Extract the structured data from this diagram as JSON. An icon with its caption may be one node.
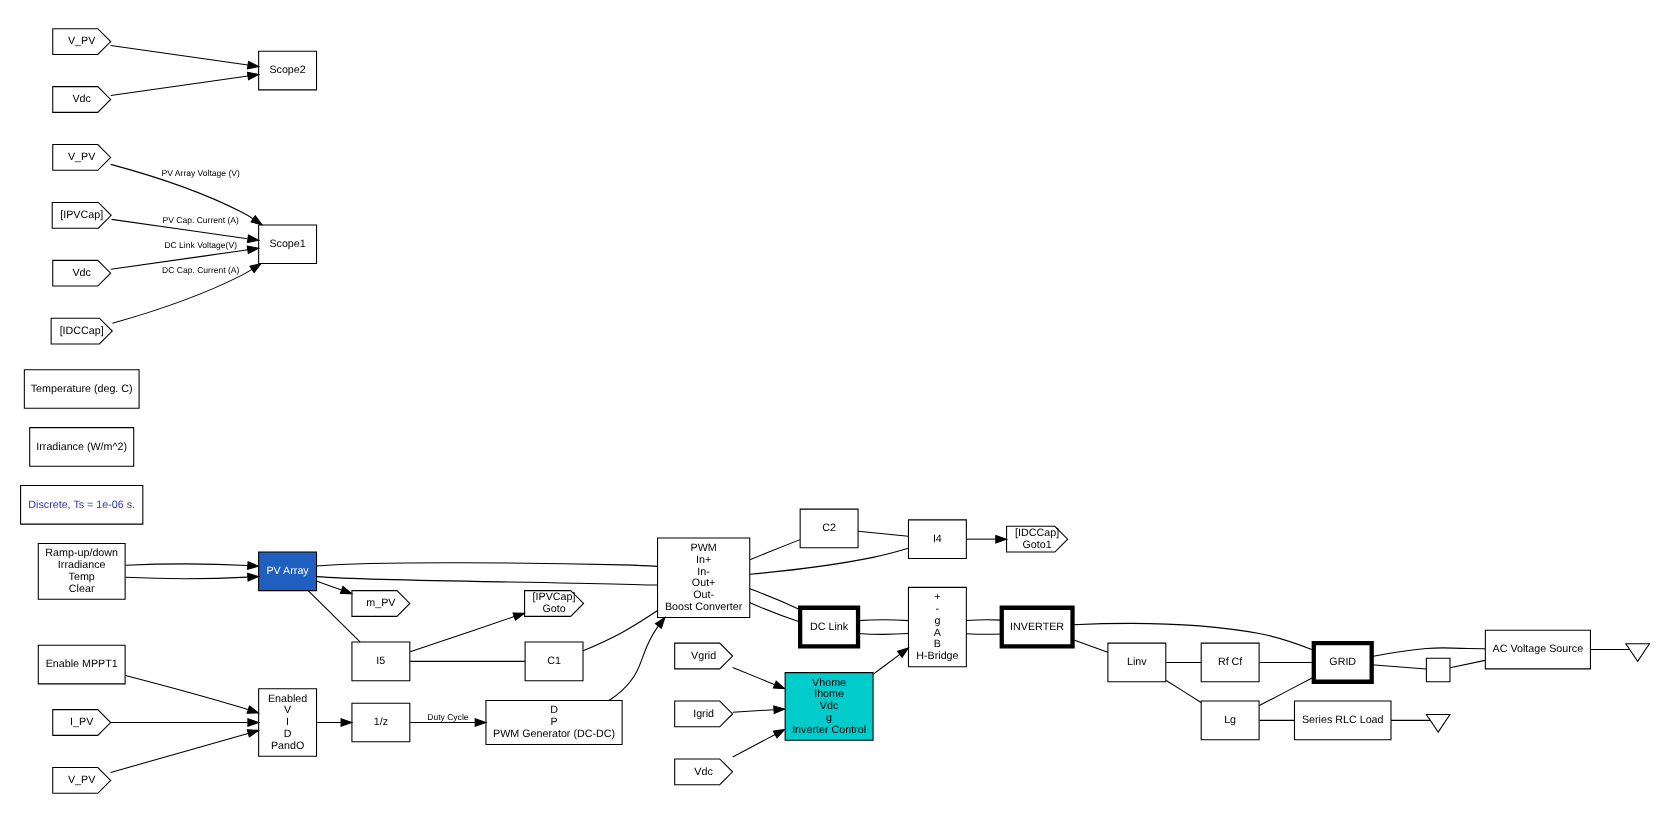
{
  "diagram": {
    "nodes": [
      {
        "text": [
          "Enable MPPT1"
        ]
      },
      {
        "text": [
          "V_PV"
        ]
      },
      {
        "text": [
          "I_PV"
        ]
      },
      {
        "text": [
          "Enabled",
          "V",
          "I",
          "D",
          "PandO"
        ]
      },
      {
        "text": [
          "1/z"
        ]
      },
      {
        "text": [
          "D",
          "P",
          "PWM Generator (DC-DC)"
        ]
      },
      {
        "text": [
          "Vgrid"
        ]
      },
      {
        "text": [
          "Igrid"
        ]
      },
      {
        "text": [
          "Vdc"
        ]
      },
      {
        "text": [
          "Vhome",
          "Ihome",
          "Vdc",
          "g",
          "Inverter Control"
        ]
      },
      {
        "text": [
          "Discrete, Ts = 1e-06 s."
        ]
      },
      {
        "text": [
          "Irradiance (W/m^2)"
        ]
      },
      {
        "text": [
          "Ramp-up/down",
          "Irradiance",
          "Temp",
          "Clear"
        ]
      },
      {
        "text": [
          "Temperature (deg. C)"
        ]
      },
      {
        "text": [
          "m_PV"
        ]
      },
      {
        "text": [
          "PV Array"
        ]
      },
      {
        "text": [
          "I5"
        ]
      },
      {
        "text": [
          "C1"
        ]
      },
      {
        "text": [
          "[IPVCap]",
          "Goto"
        ]
      },
      {
        "text": [
          "PWM",
          "In+",
          "In-",
          "Out+",
          "Out-",
          "Boost Converter"
        ]
      },
      {
        "text": [
          "C2"
        ]
      },
      {
        "text": [
          "I4"
        ]
      },
      {
        "text": [
          "[IDCCap]",
          "Goto1"
        ]
      },
      {
        "text": [
          "DC Link"
        ]
      },
      {
        "text": [
          "+",
          "-",
          "g",
          "A",
          "B",
          "H-Bridge"
        ]
      },
      {
        "text": [
          "INVERTER"
        ]
      },
      {
        "text": [
          "Linv"
        ]
      },
      {
        "text": [
          "Lg"
        ]
      },
      {
        "text": [
          "Rf Cf"
        ]
      },
      {
        "text": [
          "Series RLC Load"
        ]
      },
      {
        "text": [
          "GRID"
        ]
      },
      {
        "text": [],
        "shape": "box"
      },
      {
        "text": [
          "AC Voltage Source"
        ]
      },
      {
        "text": [],
        "shape": "ground"
      },
      {
        "text": [],
        "shape": "ground"
      },
      {
        "text": [
          "V_PV"
        ]
      },
      {
        "text": [
          "[IPVCap]"
        ]
      },
      {
        "text": [
          "Vdc"
        ]
      },
      {
        "text": [
          "[IDCCap]"
        ]
      },
      {
        "text": [
          "Scope1"
        ]
      },
      {
        "text": [
          "V_PV"
        ]
      },
      {
        "text": [
          "Vdc"
        ]
      },
      {
        "text": [
          "Scope2"
        ]
      }
    ],
    "edges": [
      {
        "from": 0,
        "to": 3,
        "arrow": "to"
      },
      {
        "from": 1,
        "to": 3,
        "arrow": "to"
      },
      {
        "from": 2,
        "to": 3,
        "arrow": "to"
      },
      {
        "from": 3,
        "to": 4,
        "arrow": "to"
      },
      {
        "from": 4,
        "to": 5,
        "arrow": "to",
        "label": "Duty Cycle"
      },
      {
        "from": 5,
        "to": 19,
        "arrow": "to"
      },
      {
        "from": 6,
        "to": 9,
        "arrow": "to"
      },
      {
        "from": 7,
        "to": 9,
        "arrow": "to"
      },
      {
        "from": 8,
        "to": 9,
        "arrow": "to"
      },
      {
        "from": 9,
        "to": 24,
        "arrow": "to"
      },
      {
        "from": 12,
        "to": 15,
        "arrow": "to"
      },
      {
        "from": 12,
        "to": 15,
        "arrow": "to"
      },
      {
        "from": 15,
        "to": 14,
        "arrow": "to"
      },
      {
        "from": 15,
        "to": 16,
        "arrow": "none"
      },
      {
        "from": 16,
        "to": 17,
        "arrow": "none"
      },
      {
        "from": 15,
        "to": 19,
        "arrow": "none"
      },
      {
        "from": 15,
        "to": 19,
        "arrow": "none"
      },
      {
        "from": 17,
        "to": 19,
        "arrow": "none"
      },
      {
        "from": 16,
        "to": 18,
        "arrow": "to"
      },
      {
        "from": 19,
        "to": 20,
        "arrow": "none"
      },
      {
        "from": 20,
        "to": 21,
        "arrow": "none"
      },
      {
        "from": 21,
        "to": 19,
        "arrow": "none"
      },
      {
        "from": 21,
        "to": 22,
        "arrow": "to"
      },
      {
        "from": 19,
        "to": 23,
        "arrow": "none"
      },
      {
        "from": 19,
        "to": 23,
        "arrow": "none"
      },
      {
        "from": 23,
        "to": 24,
        "arrow": "none"
      },
      {
        "from": 23,
        "to": 24,
        "arrow": "none"
      },
      {
        "from": 24,
        "to": 25,
        "arrow": "none"
      },
      {
        "from": 24,
        "to": 25,
        "arrow": "none"
      },
      {
        "from": 25,
        "to": 26,
        "arrow": "none"
      },
      {
        "from": 26,
        "to": 27,
        "arrow": "none"
      },
      {
        "from": 26,
        "to": 28,
        "arrow": "none"
      },
      {
        "from": 27,
        "to": 29,
        "arrow": "none"
      },
      {
        "from": 27,
        "to": 30,
        "arrow": "none"
      },
      {
        "from": 25,
        "to": 30,
        "arrow": "none"
      },
      {
        "from": 28,
        "to": 30,
        "arrow": "none"
      },
      {
        "from": 30,
        "to": 31,
        "arrow": "none"
      },
      {
        "from": 31,
        "to": 32,
        "arrow": "none"
      },
      {
        "from": 30,
        "to": 32,
        "arrow": "none"
      },
      {
        "from": 32,
        "to": 33,
        "arrow": "none"
      },
      {
        "from": 29,
        "to": 34,
        "arrow": "none"
      },
      {
        "from": 35,
        "to": 39,
        "arrow": "to",
        "label": "PV Array Voltage (V)"
      },
      {
        "from": 36,
        "to": 39,
        "arrow": "to",
        "label": "PV Cap. Current (A)"
      },
      {
        "from": 37,
        "to": 39,
        "arrow": "to",
        "label": "DC Link Voltage(V)"
      },
      {
        "from": 38,
        "to": 39,
        "arrow": "to",
        "label": "DC Cap. Current (A)"
      },
      {
        "from": 40,
        "to": 42,
        "arrow": "to"
      },
      {
        "from": 41,
        "to": 42,
        "arrow": "to"
      }
    ]
  }
}
